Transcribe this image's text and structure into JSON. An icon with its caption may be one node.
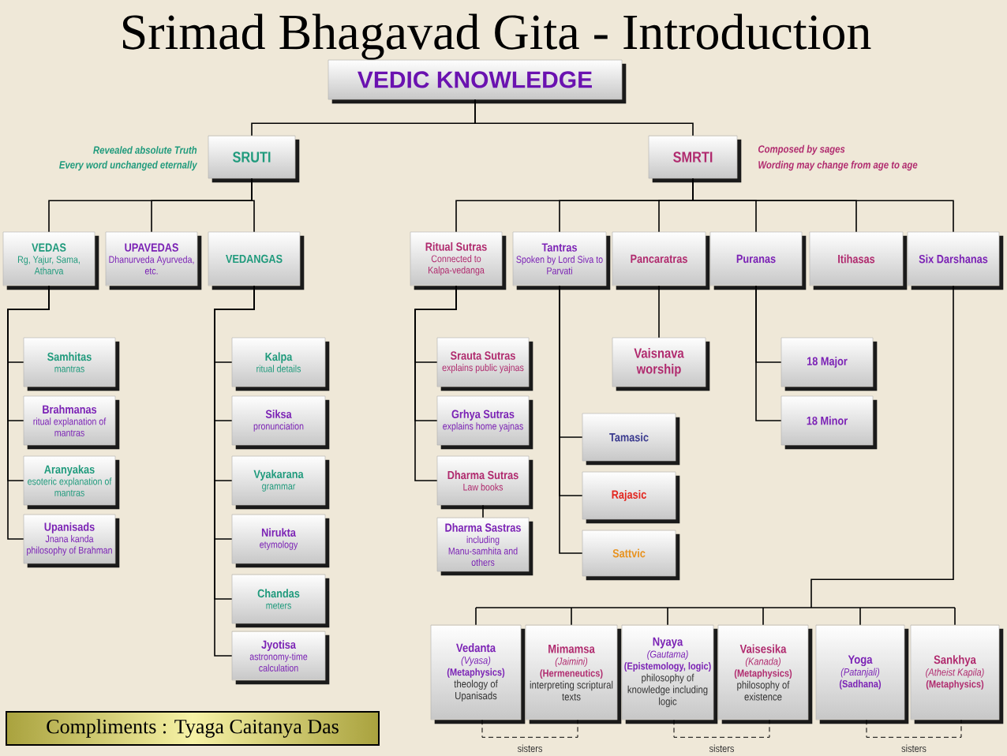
{
  "diagram": {
    "title": "Srimad Bhagavad Gita - Introduction",
    "nodes": [
      {
        "text": [
          "VEDIC KNOWLEDGE"
        ]
      },
      {
        "text": [
          "SRUTI"
        ],
        "beside": [
          "Revealed absolute Truth",
          "Every word unchanged eternally"
        ]
      },
      {
        "text": [
          "SMRTI"
        ],
        "beside": [
          "Composed by sages",
          "Wording may change from age to age"
        ]
      },
      {
        "text": [
          "VEDAS",
          "Rg, Yajur, Sama, Atharva"
        ]
      },
      {
        "text": [
          "UPAVEDAS",
          "Dhanurveda Ayurveda, etc."
        ]
      },
      {
        "text": [
          "VEDANGAS"
        ]
      },
      {
        "text": [
          "Ritual Sutras",
          "Connected to Kalpa-vedanga"
        ]
      },
      {
        "text": [
          "Tantras",
          "Spoken by Lord Siva to Parvati"
        ]
      },
      {
        "text": [
          "Pancaratras"
        ]
      },
      {
        "text": [
          "Puranas"
        ]
      },
      {
        "text": [
          "Itihasas"
        ]
      },
      {
        "text": [
          "Six Darshanas"
        ]
      },
      {
        "text": [
          "Samhitas",
          "mantras"
        ]
      },
      {
        "text": [
          "Brahmanas",
          "ritual explanation of mantras"
        ]
      },
      {
        "text": [
          "Aranyakas",
          "esoteric explanation of mantras"
        ]
      },
      {
        "text": [
          "Upanisads",
          "Jnana kanda philosophy of Brahman"
        ]
      },
      {
        "text": [
          "Kalpa",
          "ritual details"
        ]
      },
      {
        "text": [
          "Siksa",
          "pronunciation"
        ]
      },
      {
        "text": [
          "Vyakarana",
          "grammar"
        ]
      },
      {
        "text": [
          "Nirukta",
          "etymology"
        ]
      },
      {
        "text": [
          "Chandas",
          "meters"
        ]
      },
      {
        "text": [
          "Jyotisa",
          "astronomy-time calculation"
        ]
      },
      {
        "text": [
          "Srauta Sutras",
          "explains public yajnas"
        ]
      },
      {
        "text": [
          "Grhya Sutras",
          "explains home yajnas"
        ]
      },
      {
        "text": [
          "Dharma Sutras",
          "Law books"
        ]
      },
      {
        "text": [
          "Dharma Sastras",
          "including Manu-samhita and others"
        ]
      },
      {
        "text": [
          "Tamasic"
        ]
      },
      {
        "text": [
          "Rajasic"
        ]
      },
      {
        "text": [
          "Sattvic"
        ]
      },
      {
        "text": [
          "Vaisnava worship"
        ]
      },
      {
        "text": [
          "18 Major"
        ]
      },
      {
        "text": [
          "18 Minor"
        ]
      },
      {
        "text": [
          "Vedanta",
          "(Vyasa)",
          "(Metaphysics)",
          "theology of Upanisads"
        ]
      },
      {
        "text": [
          "Mimamsa",
          "(Jaimini)",
          "(Hermeneutics)",
          "interpreting scriptural texts"
        ]
      },
      {
        "text": [
          "Nyaya",
          "(Gautama)",
          "(Epistemology, logic)",
          "philosophy of knowledge including logic"
        ]
      },
      {
        "text": [
          "Vaisesika",
          "(Kanada)",
          "(Metaphysics)",
          "philosophy of existence"
        ]
      },
      {
        "text": [
          "Yoga",
          "(Patanjali)",
          "(Sadhana)"
        ]
      },
      {
        "text": [
          "Sankhya",
          "(Atheist Kapila)",
          "(Metaphysics)"
        ]
      },
      {
        "text": [
          "Compliments : Tyaga Caitanya Das"
        ]
      }
    ],
    "edges": [
      {
        "from": 0,
        "to": 1,
        "arrow": "none"
      },
      {
        "from": 0,
        "to": 2,
        "arrow": "none"
      },
      {
        "from": 1,
        "to": 3,
        "arrow": "none"
      },
      {
        "from": 1,
        "to": 4,
        "arrow": "none"
      },
      {
        "from": 1,
        "to": 5,
        "arrow": "none"
      },
      {
        "from": 2,
        "to": 6,
        "arrow": "none"
      },
      {
        "from": 2,
        "to": 7,
        "arrow": "none"
      },
      {
        "from": 2,
        "to": 8,
        "arrow": "none"
      },
      {
        "from": 2,
        "to": 9,
        "arrow": "none"
      },
      {
        "from": 2,
        "to": 10,
        "arrow": "none"
      },
      {
        "from": 2,
        "to": 11,
        "arrow": "none"
      },
      {
        "from": 3,
        "to": 12,
        "arrow": "none"
      },
      {
        "from": 3,
        "to": 13,
        "arrow": "none"
      },
      {
        "from": 3,
        "to": 14,
        "arrow": "none"
      },
      {
        "from": 3,
        "to": 15,
        "arrow": "none"
      },
      {
        "from": 5,
        "to": 16,
        "arrow": "none"
      },
      {
        "from": 5,
        "to": 17,
        "arrow": "none"
      },
      {
        "from": 5,
        "to": 18,
        "arrow": "none"
      },
      {
        "from": 5,
        "to": 19,
        "arrow": "none"
      },
      {
        "from": 5,
        "to": 20,
        "arrow": "none"
      },
      {
        "from": 5,
        "to": 21,
        "arrow": "none"
      },
      {
        "from": 6,
        "to": 22,
        "arrow": "none"
      },
      {
        "from": 6,
        "to": 23,
        "arrow": "none"
      },
      {
        "from": 6,
        "to": 24,
        "arrow": "none"
      },
      {
        "from": 24,
        "to": 25,
        "arrow": "none"
      },
      {
        "from": 7,
        "to": 26,
        "arrow": "none"
      },
      {
        "from": 7,
        "to": 27,
        "arrow": "none"
      },
      {
        "from": 7,
        "to": 28,
        "arrow": "none"
      },
      {
        "from": 8,
        "to": 29,
        "arrow": "none"
      },
      {
        "from": 9,
        "to": 30,
        "arrow": "none"
      },
      {
        "from": 9,
        "to": 31,
        "arrow": "none"
      },
      {
        "from": 11,
        "to": 32,
        "arrow": "none"
      },
      {
        "from": 11,
        "to": 33,
        "arrow": "none"
      },
      {
        "from": 11,
        "to": 34,
        "arrow": "none"
      },
      {
        "from": 11,
        "to": 35,
        "arrow": "none"
      },
      {
        "from": 11,
        "to": 36,
        "arrow": "none"
      },
      {
        "from": 11,
        "to": 37,
        "arrow": "none"
      },
      {
        "from": 32,
        "to": 33,
        "arrow": "none",
        "style": "dashed",
        "label": "sisters"
      },
      {
        "from": 34,
        "to": 35,
        "arrow": "none",
        "style": "dashed",
        "label": "sisters"
      },
      {
        "from": 36,
        "to": 37,
        "arrow": "none",
        "style": "dashed",
        "label": "sisters"
      }
    ]
  }
}
